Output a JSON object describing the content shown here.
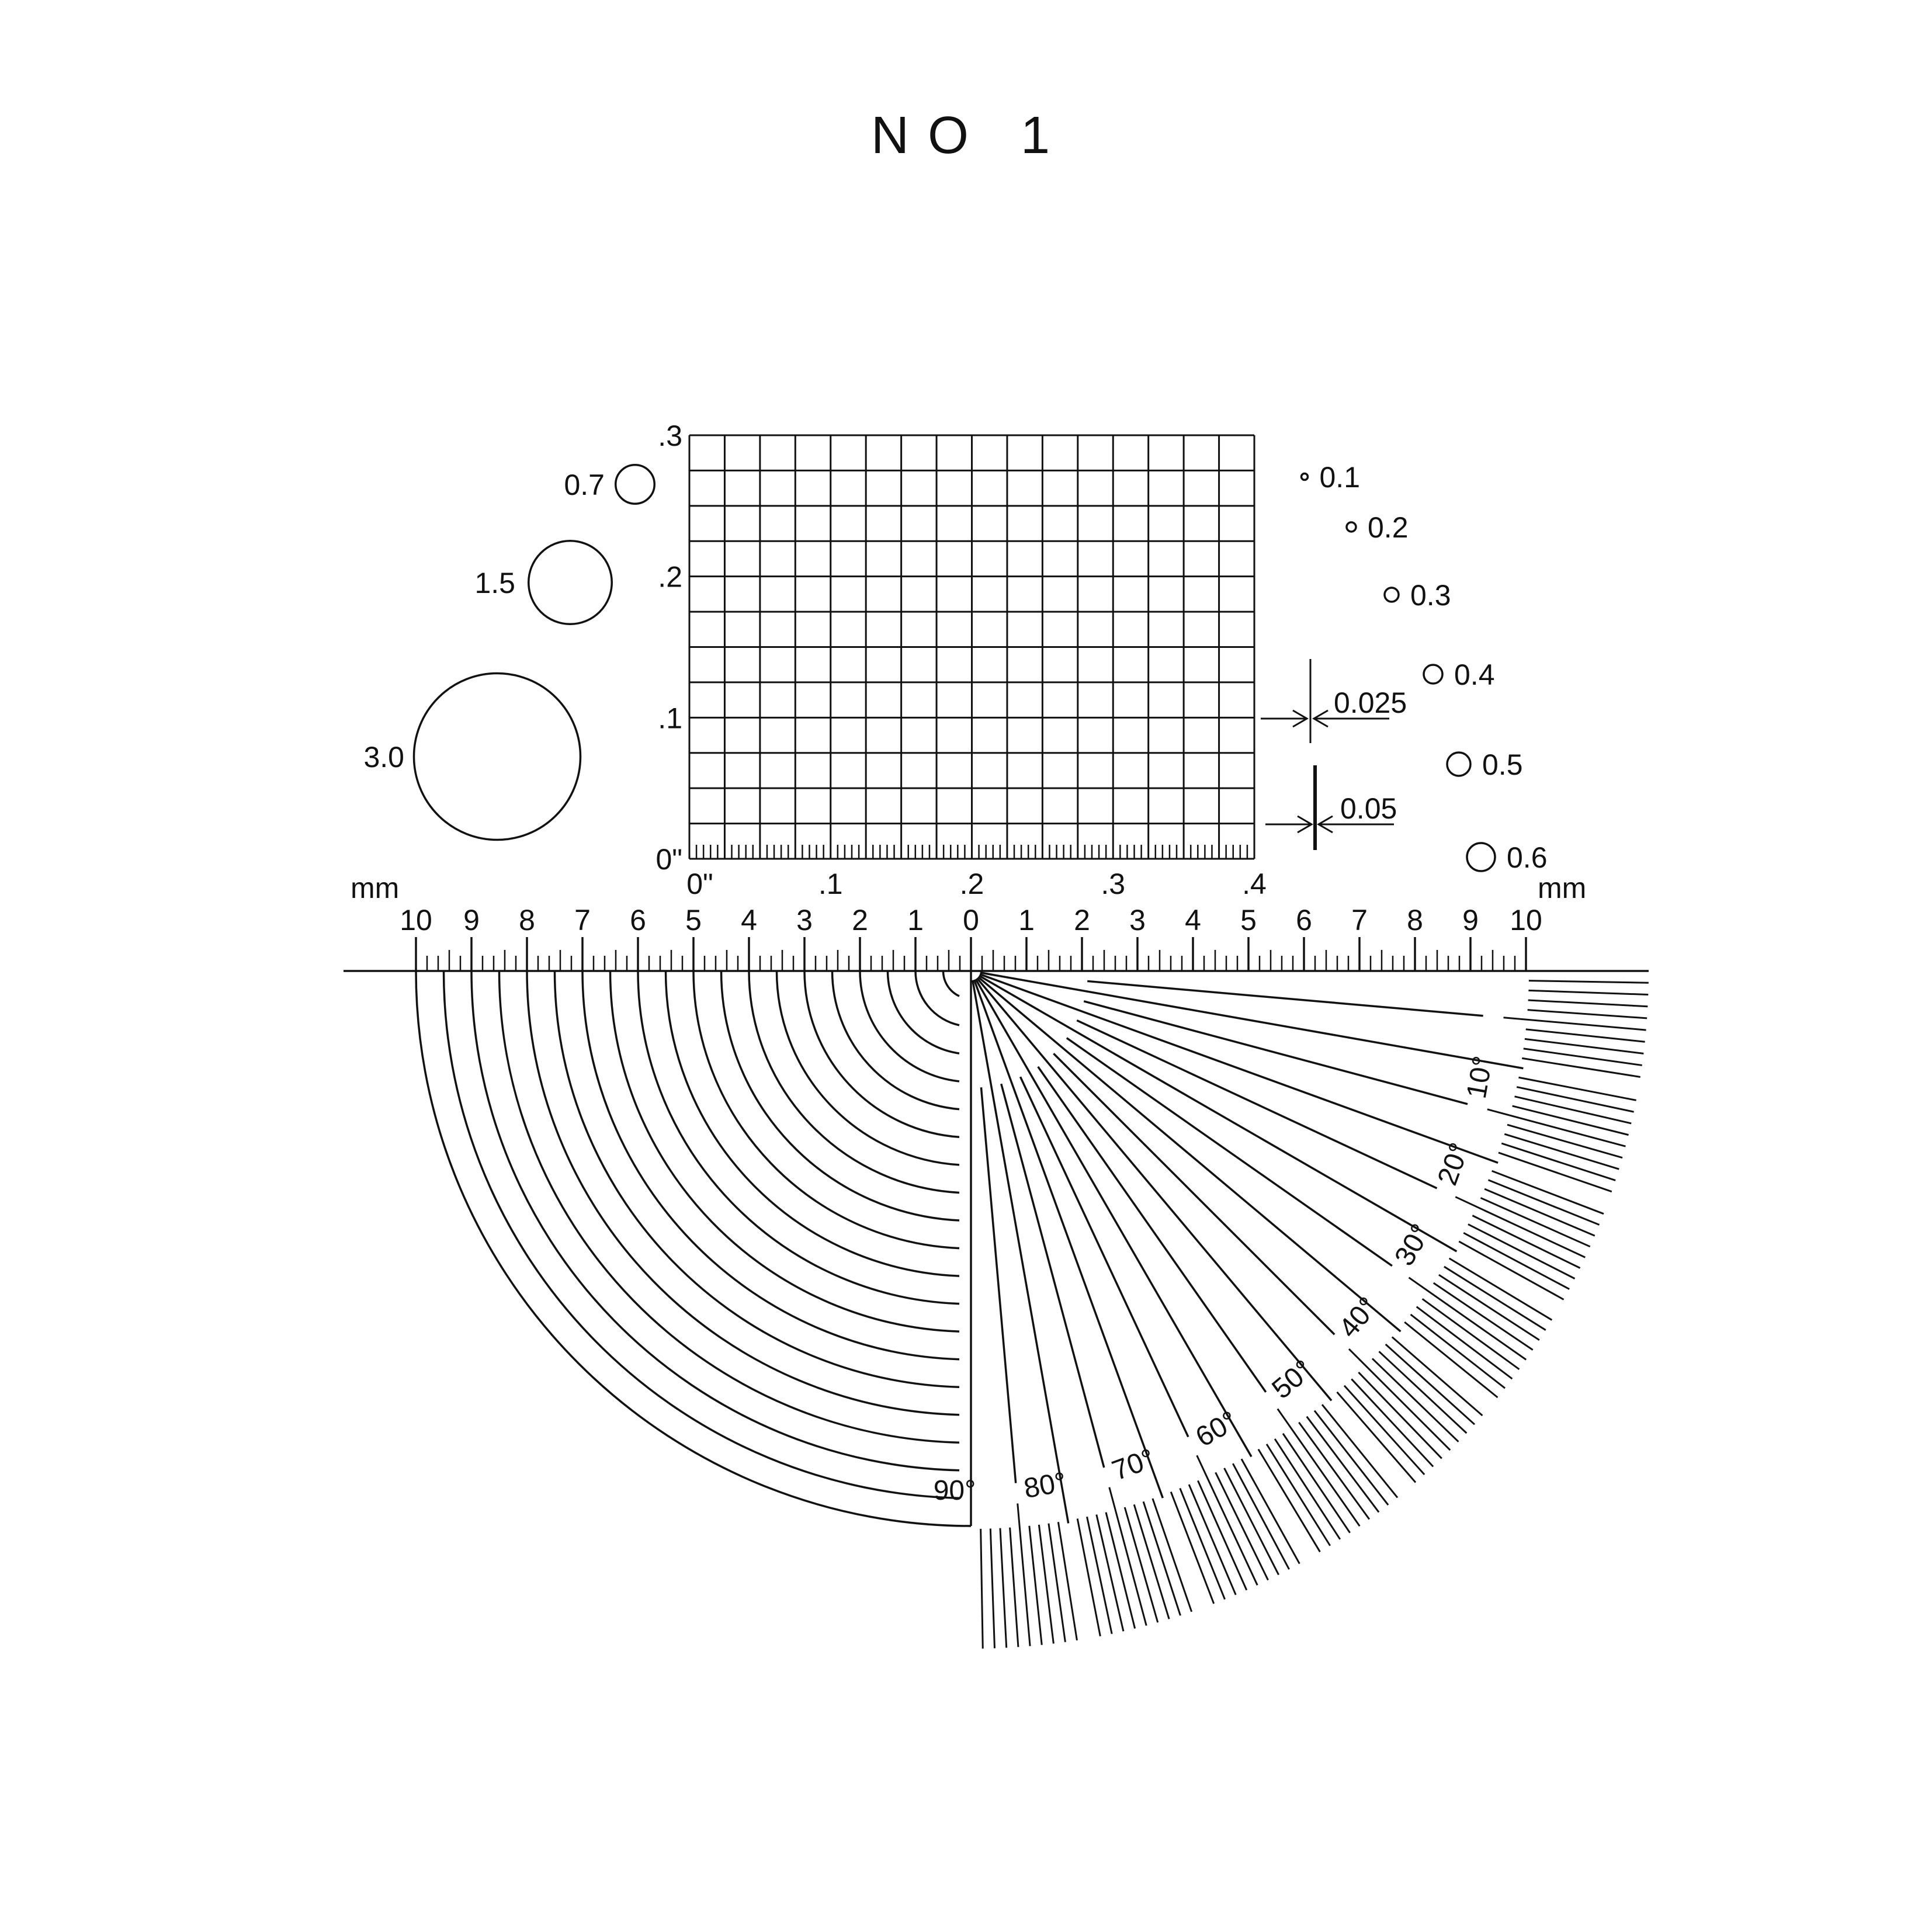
{
  "title": "NO 1",
  "colors": {
    "ink": "#111111",
    "background": "#ffffff"
  },
  "grid": {
    "columns": 16,
    "rows": 12,
    "x_labels": [
      "0\"",
      ".1",
      ".2",
      ".3",
      ".4"
    ],
    "y_labels": [
      ".3",
      ".2",
      ".1",
      "0\""
    ]
  },
  "left_circles": [
    {
      "label": "0.7",
      "relative_size": 0.7
    },
    {
      "label": "1.5",
      "relative_size": 1.5
    },
    {
      "label": "3.0",
      "relative_size": 3.0
    }
  ],
  "right_circles": [
    {
      "label": "0.1",
      "relative_size": 0.1
    },
    {
      "label": "0.2",
      "relative_size": 0.2
    },
    {
      "label": "0.3",
      "relative_size": 0.3
    },
    {
      "label": "0.4",
      "relative_size": 0.4
    },
    {
      "label": "0.5",
      "relative_size": 0.5
    },
    {
      "label": "0.6",
      "relative_size": 0.6
    }
  ],
  "line_widths": [
    {
      "label": "0.025",
      "relative_size": 0.025
    },
    {
      "label": "0.05",
      "relative_size": 0.05
    }
  ],
  "ruler": {
    "unit_left": "mm",
    "unit_right": "mm",
    "left_labels": [
      "10",
      "9",
      "8",
      "7",
      "6",
      "5",
      "4",
      "3",
      "2",
      "1"
    ],
    "center_label": "0",
    "right_labels": [
      "1",
      "2",
      "3",
      "4",
      "5",
      "6",
      "7",
      "8",
      "9",
      "10"
    ],
    "subdivisions_per_mm": 5
  },
  "arcs": {
    "count": 20,
    "step_mm": 0.5
  },
  "protractor": {
    "degree_labels": [
      "10°",
      "20°",
      "30°",
      "40°",
      "50°",
      "60°",
      "70°",
      "80°",
      "90°"
    ],
    "ray_step_degrees": 5,
    "tick_step_degrees": 1
  }
}
